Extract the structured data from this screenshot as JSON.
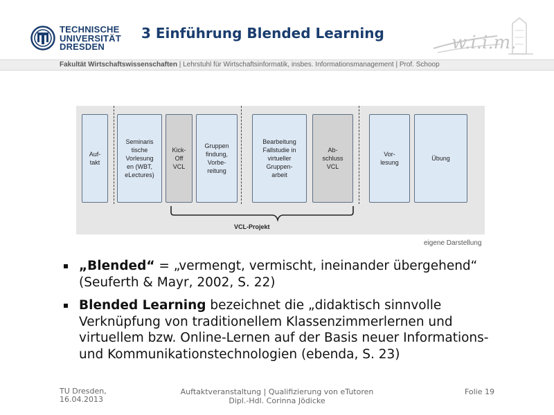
{
  "header": {
    "university_lines": [
      "TECHNISCHE",
      "UNIVERSITÄT",
      "DRESDEN"
    ],
    "title": "3 Einführung Blended Learning",
    "brand_logo": "wiim",
    "colors": {
      "title": "#1a3d6e"
    }
  },
  "subheader": {
    "faculty": "Fakultät Wirtschaftswissenschaften",
    "rest": " | Lehrstuhl für Wirtschaftsinformatik, insbes. Informationsmanagement | Prof. Schoop"
  },
  "diagram": {
    "boxes": [
      {
        "label": "Auf-\ntakt",
        "style": "blue"
      },
      {
        "label": "Seminaris\ntische\nVorlesung\nen (WBT,\neLectures)",
        "style": "blue"
      },
      {
        "label": "Kick-\nOff\nVCL",
        "style": "grey"
      },
      {
        "label": "Gruppen\nfindung,\nVorbe-\nreitung",
        "style": "blue"
      },
      {
        "label": "Bearbeitung\nFallstudie in\nvirtueller\nGruppen-\narbeit",
        "style": "blue"
      },
      {
        "label": "Ab-\nschluss\nVCL",
        "style": "grey"
      },
      {
        "label": "Vor-\nlesung",
        "style": "blue"
      },
      {
        "label": "Übung",
        "style": "blue"
      }
    ],
    "bracket_label": "VCL-Projekt",
    "credit": "eigene Darstellung",
    "colors": {
      "blue_box": "#dde8f5",
      "grey_box": "#d2d2d2",
      "background": "#e6e6e6"
    }
  },
  "bullets": [
    {
      "bold": "„Blended“",
      "text": " = „vermengt, vermischt, ineinander übergehend“ (Seuferth & Mayr, 2002, S. 22)"
    },
    {
      "bold": "Blended Learning",
      "text": " bezeichnet die „didaktisch sinnvolle Verknüpfung von traditionellem Klassenzimmerlernen und virtuellem bzw. Online-Lernen auf der Basis neuer Informations- und Kommunikationstechnologien (ebenda, S. 23)"
    }
  ],
  "footer": {
    "left_line1": "TU Dresden,",
    "left_line2": "16.04.2013",
    "mid_line1": "Auftaktveranstaltung | Qualifizierung von eTutoren",
    "mid_line2": "Dipl.-Hdl. Corinna Jödicke",
    "slide": "Folie 19"
  }
}
